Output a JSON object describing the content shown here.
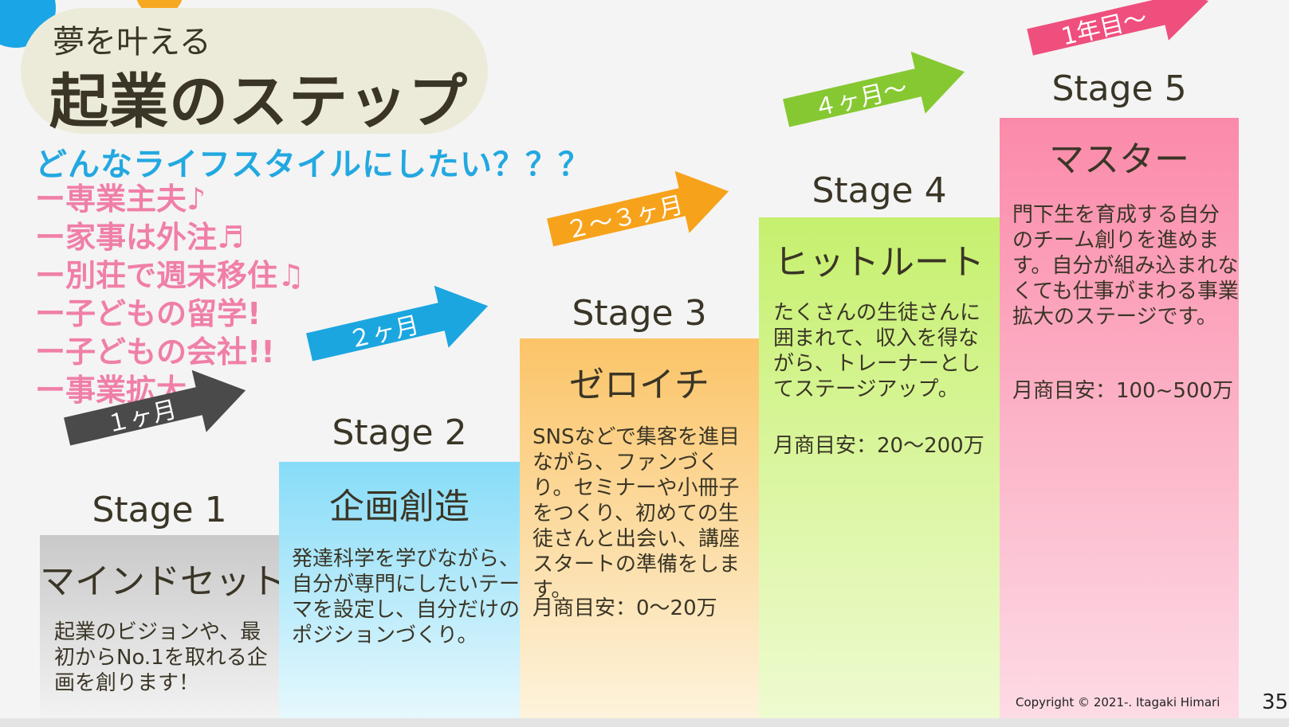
{
  "title": {
    "small": "夢を叶える",
    "big": "起業のステップ"
  },
  "question": "どんなライフスタイルにしたい？？？",
  "lifestyles": [
    "ー専業主夫♪",
    "ー家事は外注♬",
    "ー別荘で週末移住♫",
    "ー子どもの留学!",
    "ー子どもの会社!!",
    "ー事業拡大"
  ],
  "arrows": [
    {
      "label": "１ヶ月",
      "color": "#4a4a4a"
    },
    {
      "label": "２ヶ月",
      "color": "#1ba6e0"
    },
    {
      "label": "２～３ヶ月",
      "color": "#f7a21b"
    },
    {
      "label": "４ヶ月～",
      "color": "#86c831"
    },
    {
      "label": "1年目～",
      "color": "#ef4f7d"
    }
  ],
  "stages": [
    {
      "title": "Stage 1",
      "heading": "マインドセット",
      "desc": "起業のビジョンや、最初からNo.1を取れる企画を創ります！",
      "price": ""
    },
    {
      "title": "Stage 2",
      "heading": "企画創造",
      "desc": "発達科学を学びながら、自分が専門にしたいテーマを設定し、自分だけのポジションづくり。",
      "price": ""
    },
    {
      "title": "Stage 3",
      "heading": "ゼロイチ",
      "desc": "SNSなどで集客を進目ながら、ファンづくり。セミナーや小冊子をつくり、初めての生徒さんと出会い、講座スタートの準備をします。",
      "price": "月商目安：0～20万"
    },
    {
      "title": "Stage 4",
      "heading": "ヒットルート",
      "desc": "たくさんの生徒さんに囲まれて、収入を得ながら、トレーナーとしてステージアップ。",
      "price": "月商目安：20～200万"
    },
    {
      "title": "Stage 5",
      "heading": "マスター",
      "desc": "門下生を育成する自分のチーム創りを進めます。自分が組み込まれなくても仕事がまわる事業拡大のステージです。",
      "price": "月商目安：100~500万"
    }
  ],
  "footer": {
    "copyright": "Copyright © 2021-. Itagaki Himari",
    "page_number": "35"
  }
}
